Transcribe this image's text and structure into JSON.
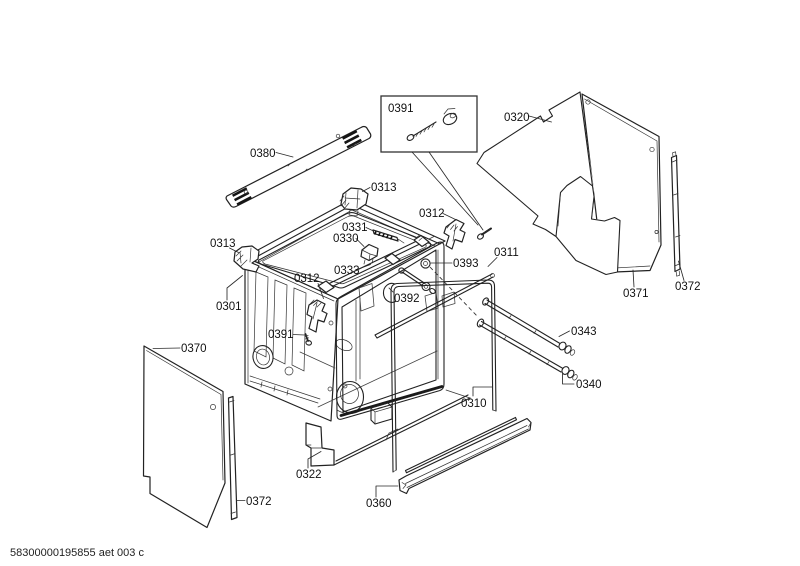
{
  "page": {
    "background": "#ffffff",
    "ink": "#1a1a1a"
  },
  "footer": {
    "doc_code": "58300000195855 aet 003 c"
  },
  "callouts": {
    "p0380": "0380",
    "p0391_box": "0391",
    "p0320": "0320",
    "p0313_top": "0313",
    "p0313_left": "0313",
    "p0312_right": "0312",
    "p0312_left": "0312",
    "p0331": "0331",
    "p0330": "0330",
    "p0333": "0333",
    "p0311": "0311",
    "p0393": "0393",
    "p0392": "0392",
    "p0391_screw": "0391",
    "p0301": "0301",
    "p0370": "0370",
    "p0372_left": "0372",
    "p0372_right": "0372",
    "p0371": "0371",
    "p0343": "0343",
    "p0340": "0340",
    "p0310": "0310",
    "p0322": "0322",
    "p0360": "0360"
  }
}
